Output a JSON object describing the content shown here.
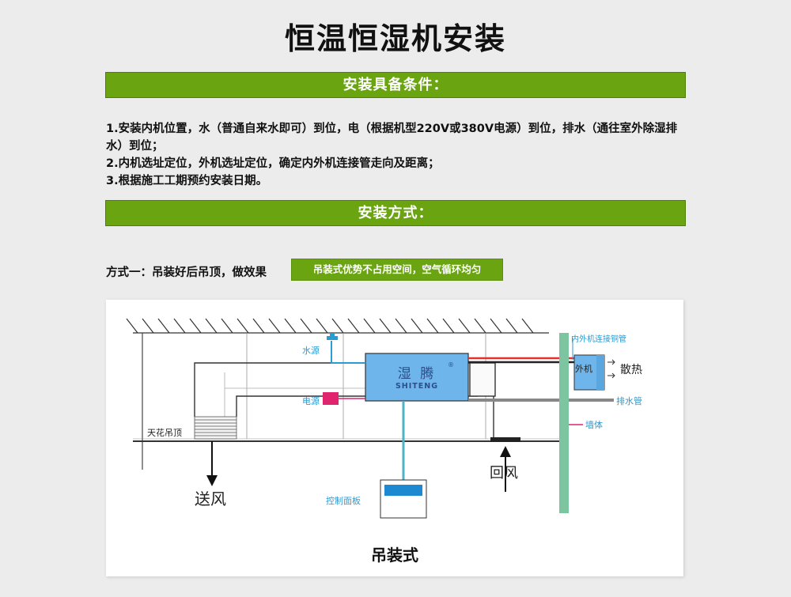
{
  "page": {
    "title": "恒温恒湿机安装"
  },
  "sections": {
    "conditions_header": "安装具备条件：",
    "methods_header": "安装方式："
  },
  "conditions": [
    "1.安装内机位置，水（普通自来水即可）到位，电（根据机型220V或380V电源）到位，排水（通往室外除湿排水）到位；",
    "2.内机选址定位，外机选址定位，确定内外机连接管走向及距离；",
    "3.根据施工工期预约安装日期。"
  ],
  "method_one": {
    "text": "方式一：吊装好后吊顶，做效果",
    "badge": "吊装式优势不占用空间，空气循环均匀"
  },
  "diagram": {
    "labels": {
      "water": "水源",
      "power": "电源",
      "ceiling": "天花吊顶",
      "supply_air": "送风",
      "return_air": "回风",
      "control_panel": "控制面板",
      "copper_pipe": "内外机连接铜管",
      "outdoor_unit": "外机",
      "heat": "散热",
      "drain_pipe": "排水管",
      "wall": "墙体"
    },
    "unit_brand_cn": "湿 腾",
    "unit_brand_en": "SHITENG",
    "registered_mark": "®",
    "caption": "吊装式"
  },
  "colors": {
    "header_green": "#6aa511",
    "unit_blue": "#6eb5ec",
    "water_blue": "#2a9bd3",
    "power_pink": "#e0246e",
    "wall_green": "#7cc5a0",
    "copper_red": "#e53030"
  }
}
